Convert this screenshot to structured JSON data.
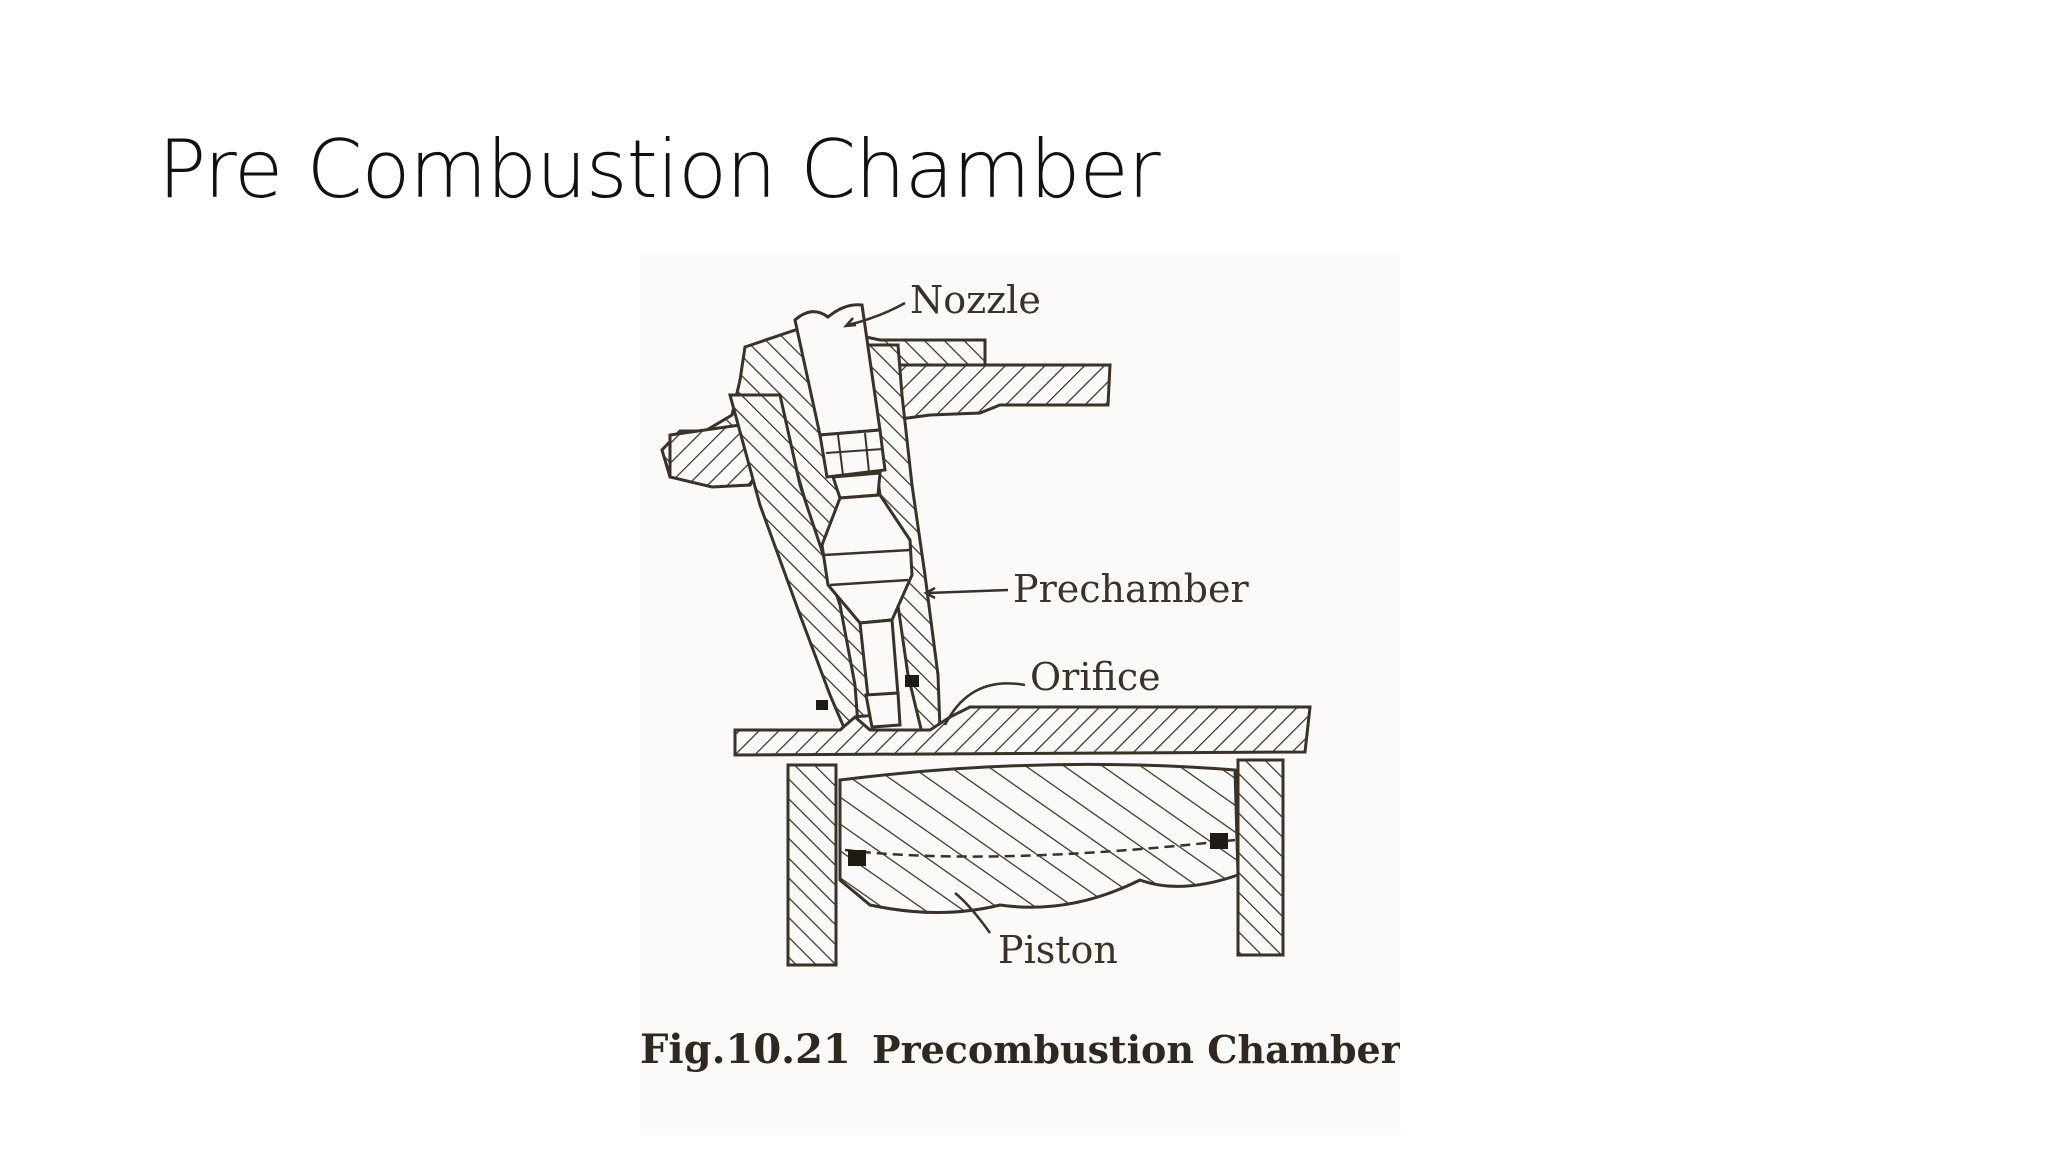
{
  "slide": {
    "title": "Pre Combustion Chamber"
  },
  "diagram": {
    "labels": {
      "nozzle": "Nozzle",
      "prechamber": "Prechamber",
      "orifice": "Orifice",
      "piston": "Piston"
    },
    "caption": {
      "number": "Fig.10.21",
      "text": "Precombustion Chamber"
    }
  },
  "colors": {
    "ink": "#3a3226",
    "background": "#ffffff",
    "figure_paper": "#fbfaf8"
  }
}
